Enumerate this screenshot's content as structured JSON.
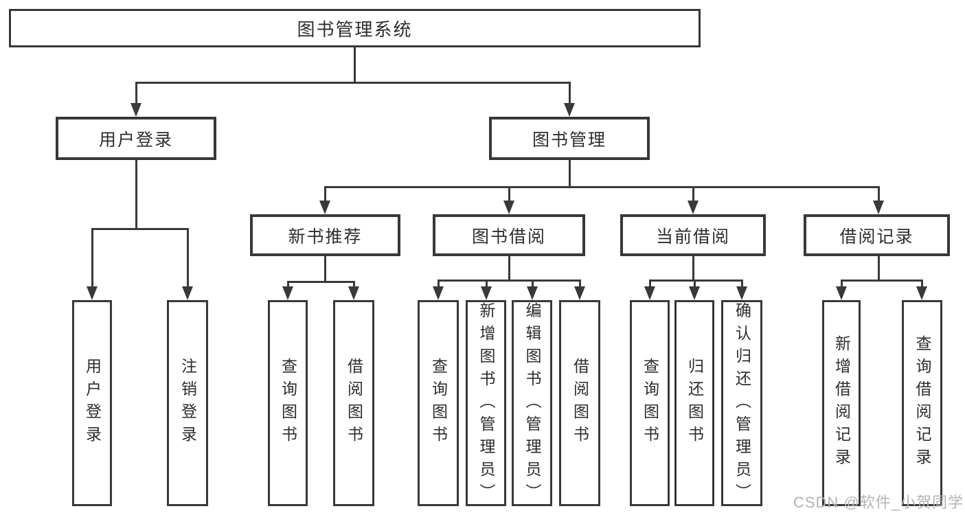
{
  "diagram_title": "图书管理系统",
  "nodes": {
    "root": "图书管理系统",
    "user_login": "用户登录",
    "book_management": "图书管理",
    "new_book_recommend": "新书推荐",
    "book_borrow": "图书借阅",
    "current_borrow": "当前借阅",
    "borrow_records": "借阅记录",
    "leaf_user_login": "用户登录",
    "leaf_logout": "注销登录",
    "leaf_recommend_query_books": "查询图书",
    "leaf_recommend_borrow_books": "借阅图书",
    "leaf_borrow_query_books": "查询图书",
    "leaf_borrow_add_books": "新增图书（管理员）",
    "leaf_borrow_edit_books": "编辑图书（管理员）",
    "leaf_borrow_borrow_books": "借阅图书",
    "leaf_current_query_books": "查询图书",
    "leaf_current_return_books": "归还图书",
    "leaf_current_confirm_return": "确认归还（管理员）",
    "leaf_records_add_record": "新增借阅记录",
    "leaf_records_query_record": "查询借阅记录"
  },
  "watermark": "CSDN @软件_小贺同学",
  "colors": {
    "line": "#393939",
    "border": "#383838",
    "text": "#2d2d2d",
    "watermark": "#b3b3b3",
    "background": "#ffffff"
  }
}
